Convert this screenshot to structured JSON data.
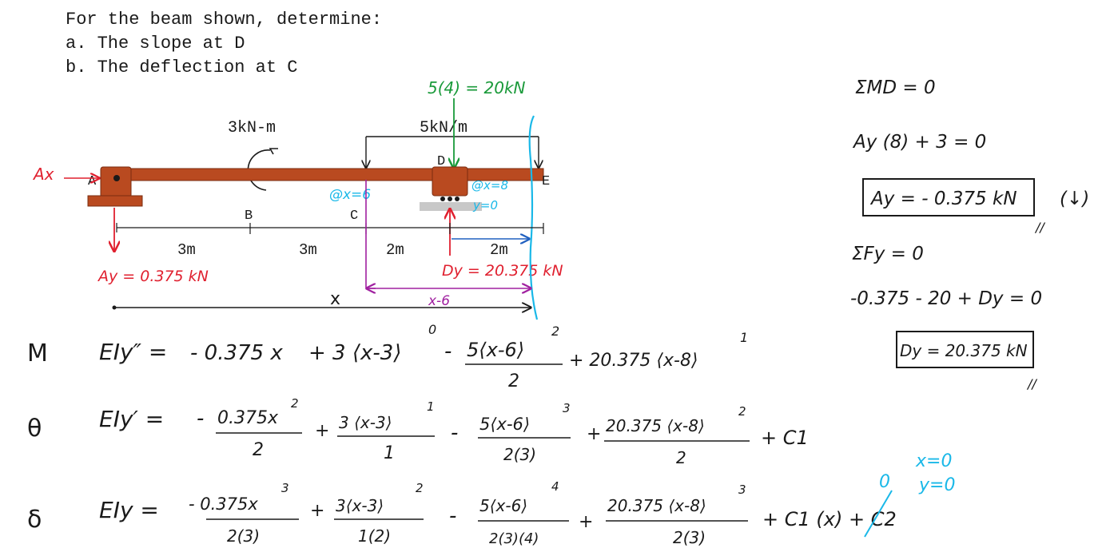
{
  "problem": {
    "line1": "For the beam shown, determine:",
    "line2": "a. The slope at D",
    "line3": "b. The deflection at C"
  },
  "beam": {
    "labels": {
      "A": "A",
      "B": "B",
      "C": "C",
      "D": "D",
      "E": "E"
    },
    "moment_load": "3kN-m",
    "dist_load": "5kN/m",
    "dist_resultant": "5(4) = 20kN",
    "reaction_Ax": "Ax",
    "reaction_Ay": "Ay = 0.375 kN",
    "reaction_Dy": "Dy = 20.375 kN",
    "bc_C": "@x=6",
    "bc_D1": "@x=8",
    "bc_D2": "y=0",
    "dims": {
      "ab": "3m",
      "bc": "3m",
      "cd": "2m",
      "de": "2m"
    },
    "xm6": "x-6",
    "x": "x"
  },
  "equilibrium": {
    "sum_md": "ΣMD = 0",
    "eq1": "Ay (8) + 3 = 0",
    "ay_result": "Ay = - 0.375 kN",
    "ay_dir": "(↓)",
    "sum_fy": "ΣFy = 0",
    "eq2": "-0.375 - 20 + Dy = 0",
    "dy_result": "Dy = 20.375 kN",
    "double_slash": "//"
  },
  "equations": {
    "M": {
      "sym": "M",
      "lhs": "EIy″ =",
      "t1": "- 0.375 x",
      "t2": "+ 3 ⟨x-3⟩",
      "t2_exp": "0",
      "t3_sign": "-",
      "t3_num": "5⟨x-6⟩",
      "t3_exp": "2",
      "t3_den": "2",
      "t4": "+ 20.375 ⟨x-8⟩",
      "t4_exp": "1"
    },
    "theta": {
      "sym": "θ",
      "lhs": "EIy′ =",
      "t1_sign": "-",
      "t1_num": "0.375x",
      "t1_exp": "2",
      "t1_den": "2",
      "t2_sign": "+",
      "t2_num": "3 ⟨x-3⟩",
      "t2_exp": "1",
      "t2_den": "1",
      "t3_sign": "-",
      "t3_num": "5⟨x-6⟩",
      "t3_exp": "3",
      "t3_den": "2(3)",
      "t4_sign": "+",
      "t4_num": "20.375 ⟨x-8⟩",
      "t4_exp": "2",
      "t4_den": "2",
      "c1": "+ C1"
    },
    "delta": {
      "sym": "δ",
      "lhs": "EIy =",
      "t1_num": "- 0.375x",
      "t1_exp": "3",
      "t1_den": "2(3)",
      "t2_sign": "+",
      "t2_num": "3⟨x-3⟩",
      "t2_exp": "2",
      "t2_den": "1(2)",
      "t3_sign": "-",
      "t3_num": "5⟨x-6⟩",
      "t3_exp": "4",
      "t3_den": "2(3)(4)",
      "t4_sign": "+",
      "t4_num": "20.375 ⟨x-8⟩",
      "t4_exp": "3",
      "t4_den": "2(3)",
      "tail": "+ C1 (x) + C2",
      "zero": "0",
      "bc1": "x=0",
      "bc2": "y=0"
    }
  },
  "colors": {
    "beam": "#b94a20",
    "red": "#e0202f",
    "green": "#1a9a3a",
    "cyan": "#1ab8e8",
    "purple": "#a020a0",
    "blue": "#2060c0",
    "ink": "#1a1a1a"
  }
}
